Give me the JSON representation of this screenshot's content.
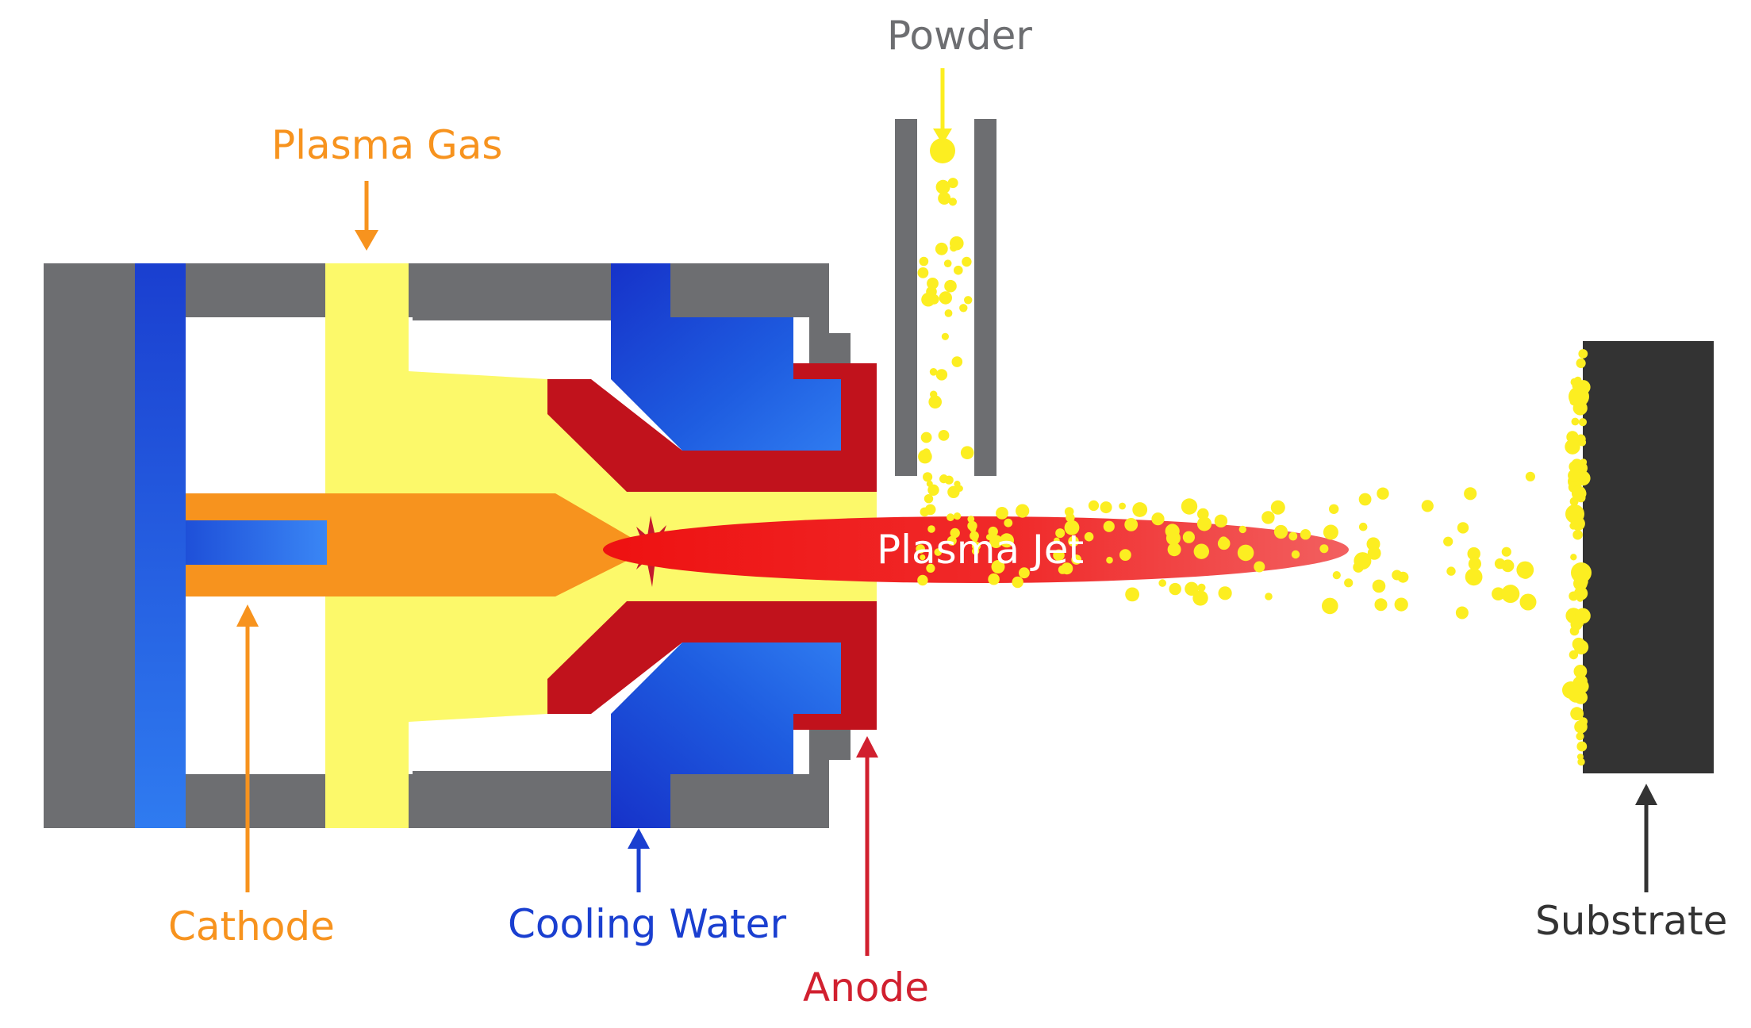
{
  "labels": {
    "powder": "Powder",
    "plasma_gas": "Plasma Gas",
    "plasma_jet": "Plasma Jet",
    "cathode": "Cathode",
    "cooling_water": "Cooling Water",
    "anode": "Anode",
    "substrate": "Substrate"
  },
  "colors": {
    "housing": "#6d6e71",
    "cathode_label": "#f7931e",
    "cathode_body": "#f7931e",
    "cooling_water": "#1a3fd0",
    "water_light": "#2f7bf0",
    "anode": "#c1121c",
    "anode_label": "#d1202f",
    "plasma_gas": "#fcf96a",
    "plasma_jet": "#ee1c1c",
    "powder": "#fcee21",
    "substrate": "#333333",
    "powder_label": "#6d6e71"
  }
}
